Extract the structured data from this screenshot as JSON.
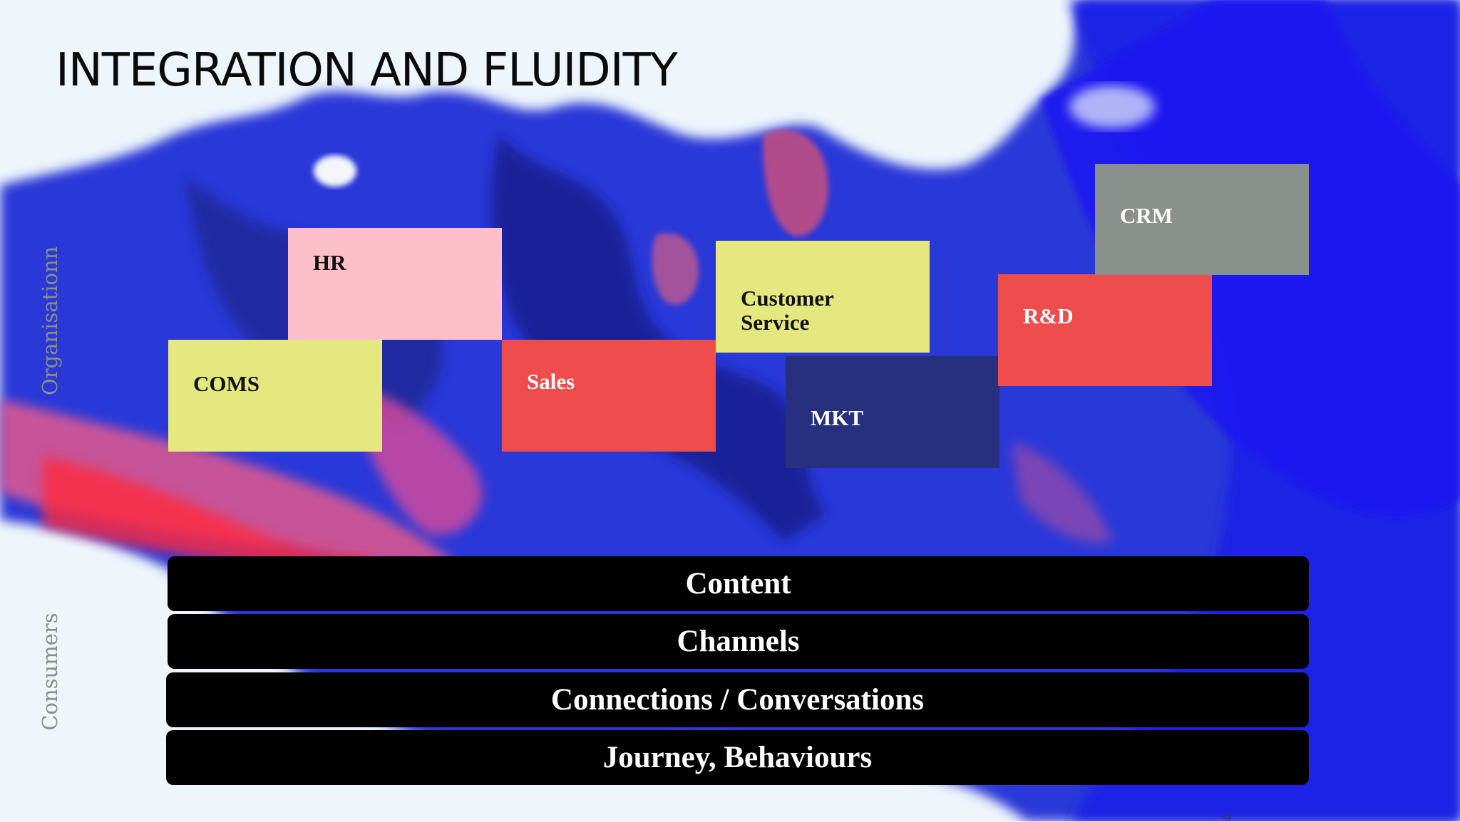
{
  "slide": {
    "title": "INTEGRATION AND FLUIDITY",
    "side_labels": {
      "organisation": "Organisationn",
      "consumers": "Consumers"
    },
    "page_number": "43"
  },
  "org_boxes": [
    {
      "id": "hr",
      "label": "HR",
      "color": "#fdbfca",
      "text_color": "#111111"
    },
    {
      "id": "coms",
      "label": "COMS",
      "color": "#e5e87e",
      "text_color": "#111111"
    },
    {
      "id": "sales",
      "label": "Sales",
      "color": "#ef4c4c",
      "text_color": "#ffffff"
    },
    {
      "id": "customer-service",
      "label": "Customer\nService",
      "color": "#e5e87e",
      "text_color": "#111111"
    },
    {
      "id": "mkt",
      "label": "MKT",
      "color": "#27307f",
      "text_color": "#ffffff"
    },
    {
      "id": "rnd",
      "label": "R&D",
      "color": "#ef4c4c",
      "text_color": "#ffffff"
    },
    {
      "id": "crm",
      "label": "CRM",
      "color": "#8a908b",
      "text_color": "#ffffff"
    }
  ],
  "consumer_layers": [
    "Content",
    "Channels",
    "Connections / Conversations",
    "Journey, Behaviours"
  ]
}
